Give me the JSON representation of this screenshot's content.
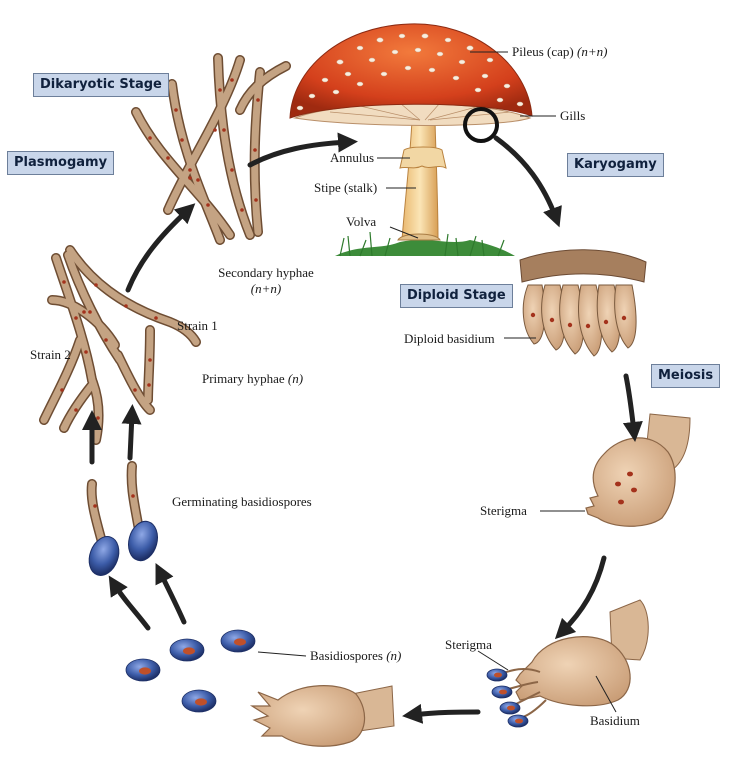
{
  "stages": {
    "dikaryotic": "Dikaryotic Stage",
    "plasmogamy": "Plasmogamy",
    "karyogamy": "Karyogamy",
    "diploid": "Diploid Stage",
    "meiosis": "Meiosis"
  },
  "labels": {
    "pileus": "Pileus (cap) ",
    "pileus_note": "(n+n)",
    "gills": "Gills",
    "annulus": "Annulus",
    "stipe": "Stipe (stalk)",
    "volva": "Volva",
    "secondary_hyphae": "Secondary hyphae",
    "secondary_hyphae_note": "(n+n)",
    "strain1": "Strain 1",
    "strain2": "Strain 2",
    "primary_hyphae": "Primary hyphae ",
    "primary_hyphae_note": "(n)",
    "diploid_basidium": "Diploid basidium",
    "sterigma_1": "Sterigma",
    "germinating": "Germinating basidiospores",
    "sterigma_2": "Sterigma",
    "basidiospores": "Basidiospores ",
    "basidiospores_note": "(n)",
    "basidium": "Basidium"
  },
  "colors": {
    "hypha_fill": "#c4a383",
    "hypha_stroke": "#6e4d33",
    "nucleus": "#a4321c",
    "cap_red": "#d9481f",
    "spore_blue": "#3c5ca8",
    "spore_core": "#c0502a",
    "stage_bg": "#c9d6ea",
    "arrow": "#222222",
    "basidium_fill": "#d9b795"
  }
}
